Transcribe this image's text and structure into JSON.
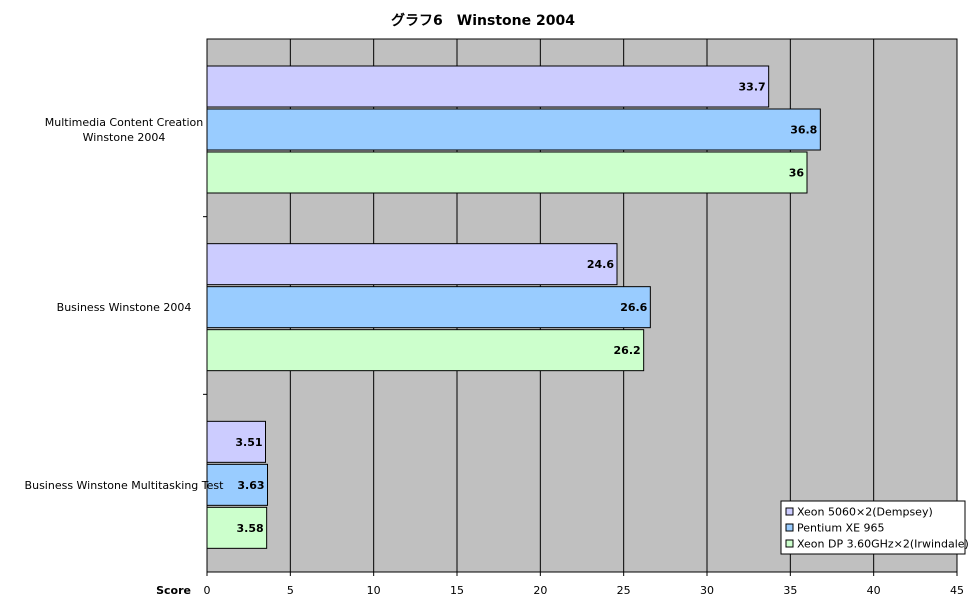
{
  "chart_data": {
    "type": "bar",
    "orientation": "horizontal",
    "title": "グラフ6　Winstone 2004",
    "xlabel": "Score",
    "xlim": [
      0,
      45
    ],
    "xticks": [
      0,
      5,
      10,
      15,
      20,
      25,
      30,
      35,
      40,
      45
    ],
    "grid": true,
    "legend_position": "bottom-right",
    "plot_background": "#c0c0c0",
    "categories": [
      [
        "Multimedia Content Creation",
        "Winstone 2004"
      ],
      [
        "Business Winstone 2004"
      ],
      [
        "Business Winstone Multitasking Test"
      ]
    ],
    "series": [
      {
        "name": "Xeon 5060×2(Dempsey)",
        "color": "#ccccff",
        "values": [
          33.7,
          24.6,
          3.51
        ]
      },
      {
        "name": "Pentium XE 965",
        "color": "#99ccff",
        "values": [
          36.8,
          26.6,
          3.63
        ]
      },
      {
        "name": "Xeon DP 3.60GHz×2(Irwindale)",
        "color": "#ccffcc",
        "values": [
          36,
          26.2,
          3.58
        ]
      }
    ]
  }
}
